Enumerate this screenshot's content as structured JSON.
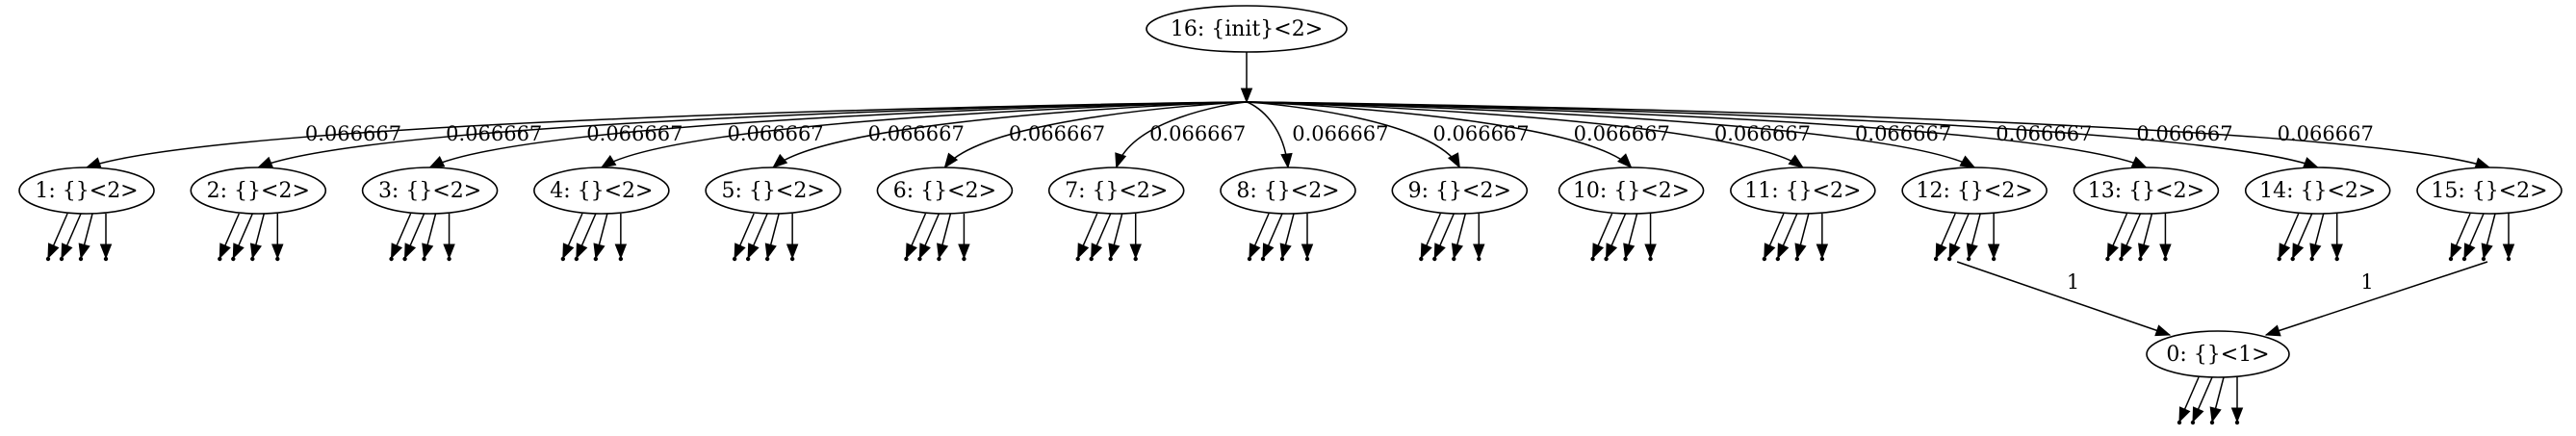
{
  "graph": {
    "root": {
      "id": "n16",
      "label": "16: {init}<2>"
    },
    "states": [
      {
        "id": "n1",
        "label": "1: {}<2>",
        "prob": "0.066667"
      },
      {
        "id": "n2",
        "label": "2: {}<2>",
        "prob": "0.066667"
      },
      {
        "id": "n3",
        "label": "3: {}<2>",
        "prob": "0.066667"
      },
      {
        "id": "n4",
        "label": "4: {}<2>",
        "prob": "0.066667"
      },
      {
        "id": "n5",
        "label": "5: {}<2>",
        "prob": "0.066667"
      },
      {
        "id": "n6",
        "label": "6: {}<2>",
        "prob": "0.066667"
      },
      {
        "id": "n7",
        "label": "7: {}<2>",
        "prob": "0.066667"
      },
      {
        "id": "n8",
        "label": "8: {}<2>",
        "prob": "0.066667"
      },
      {
        "id": "n9",
        "label": "9: {}<2>",
        "prob": "0.066667"
      },
      {
        "id": "n10",
        "label": "10: {}<2>",
        "prob": "0.066667"
      },
      {
        "id": "n11",
        "label": "11: {}<2>",
        "prob": "0.066667"
      },
      {
        "id": "n12",
        "label": "12: {}<2>",
        "prob": "0.066667"
      },
      {
        "id": "n13",
        "label": "13: {}<2>",
        "prob": "0.066667"
      },
      {
        "id": "n14",
        "label": "14: {}<2>",
        "prob": "0.066667"
      },
      {
        "id": "n15",
        "label": "15: {}<2>",
        "prob": "0.066667"
      }
    ],
    "sink": {
      "id": "n0",
      "label": "0: {}<1>"
    },
    "sink_edges": [
      {
        "from": "n12",
        "prob": "1"
      },
      {
        "from": "n15",
        "prob": "1"
      }
    ]
  }
}
